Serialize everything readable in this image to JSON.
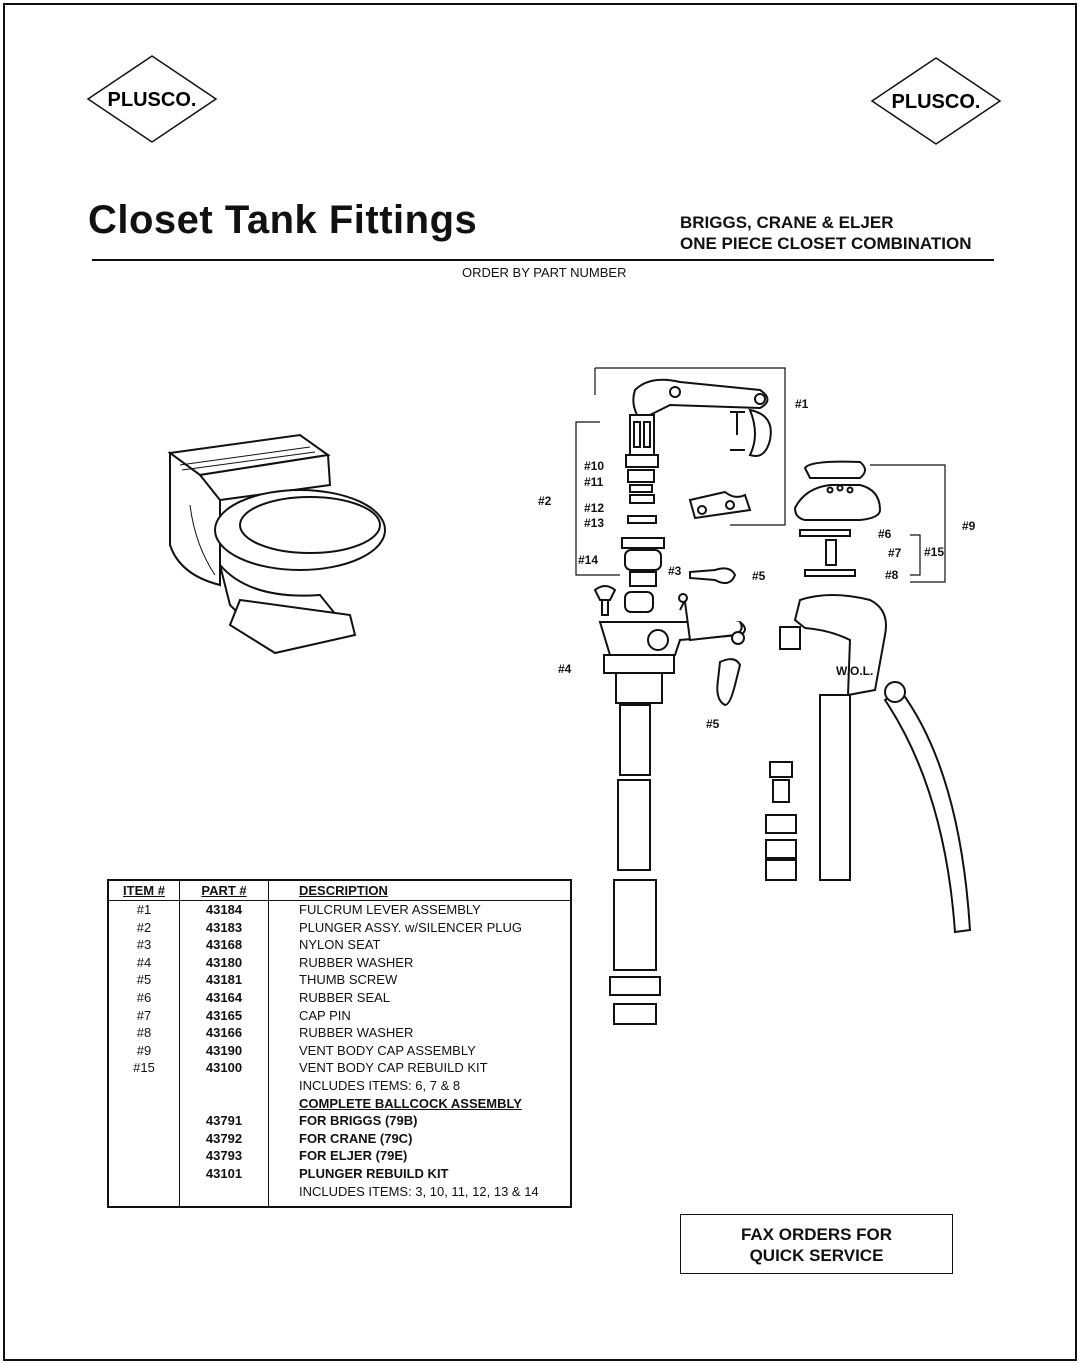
{
  "logos": {
    "brand": "PLUSCO."
  },
  "header": {
    "title": "Closet Tank Fittings",
    "subtitle_line1": "BRIGGS, CRANE & ELJER",
    "subtitle_line2": "ONE PIECE CLOSET COMBINATION",
    "order_note": "ORDER BY PART NUMBER"
  },
  "diagram": {
    "labels": [
      "#1",
      "#2",
      "#3",
      "#4",
      "#5",
      "#5",
      "#6",
      "#7",
      "#8",
      "#9",
      "#10",
      "#11",
      "#12",
      "#13",
      "#14",
      "#15",
      "W.O.L."
    ]
  },
  "table": {
    "headers": {
      "item": "ITEM #",
      "part": "PART #",
      "description": "DESCRIPTION"
    },
    "rows": [
      {
        "item": "#1",
        "part": "43184",
        "desc": "FULCRUM LEVER ASSEMBLY"
      },
      {
        "item": "#2",
        "part": "43183",
        "desc": "PLUNGER ASSY. w/SILENCER PLUG"
      },
      {
        "item": "#3",
        "part": "43168",
        "desc": "NYLON SEAT"
      },
      {
        "item": "#4",
        "part": "43180",
        "desc": "RUBBER WASHER"
      },
      {
        "item": "#5",
        "part": "43181",
        "desc": "THUMB SCREW"
      },
      {
        "item": "#6",
        "part": "43164",
        "desc": "RUBBER SEAL"
      },
      {
        "item": "#7",
        "part": "43165",
        "desc": "CAP PIN"
      },
      {
        "item": "#8",
        "part": "43166",
        "desc": "RUBBER WASHER"
      },
      {
        "item": "#9",
        "part": "43190",
        "desc": "VENT BODY CAP ASSEMBLY"
      },
      {
        "item": "#15",
        "part": "43100",
        "desc": "VENT BODY CAP REBUILD KIT"
      },
      {
        "item": "",
        "part": "",
        "desc": "INCLUDES ITEMS: 6, 7 & 8"
      }
    ],
    "complete_heading": "COMPLETE BALLCOCK ASSEMBLY",
    "complete_rows": [
      {
        "part": "43791",
        "desc": "FOR BRIGGS (79B)"
      },
      {
        "part": "43792",
        "desc": "FOR CRANE (79C)"
      },
      {
        "part": "43793",
        "desc": "FOR ELJER (79E)"
      }
    ],
    "kit": {
      "part": "43101",
      "desc": "PLUNGER REBUILD KIT",
      "note": "INCLUDES ITEMS: 3, 10, 11, 12, 13 & 14"
    }
  },
  "fax": {
    "line1": "FAX ORDERS FOR",
    "line2": "QUICK SERVICE"
  }
}
